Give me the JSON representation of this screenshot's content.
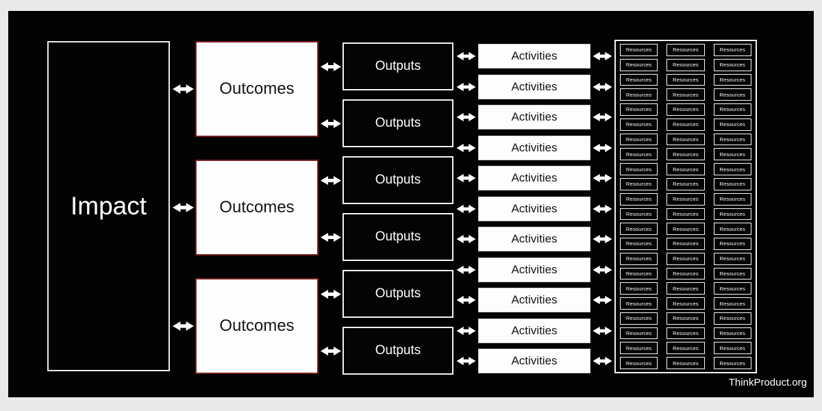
{
  "canvas": {
    "credit": "ThinkProduct.org"
  },
  "colors": {
    "page_bg": "#e9e9e9",
    "board_bg": "#020202",
    "arrow": "#ffffff",
    "outcomes_border": "#7d1f1f"
  },
  "columns": {
    "impact": {
      "label": "Impact",
      "count": 1
    },
    "outcomes": {
      "label": "Outcomes",
      "count": 3
    },
    "outputs": {
      "label": "Outputs",
      "count": 6
    },
    "activities": {
      "label": "Activities",
      "count": 11
    },
    "resources": {
      "label": "Resources",
      "grid_columns": 3,
      "grid_rows": 22,
      "total": 66
    }
  },
  "arrows": {
    "impact_outcomes": 3,
    "outcomes_outputs": 6,
    "outputs_activities": 11,
    "activities_resources": 11
  }
}
